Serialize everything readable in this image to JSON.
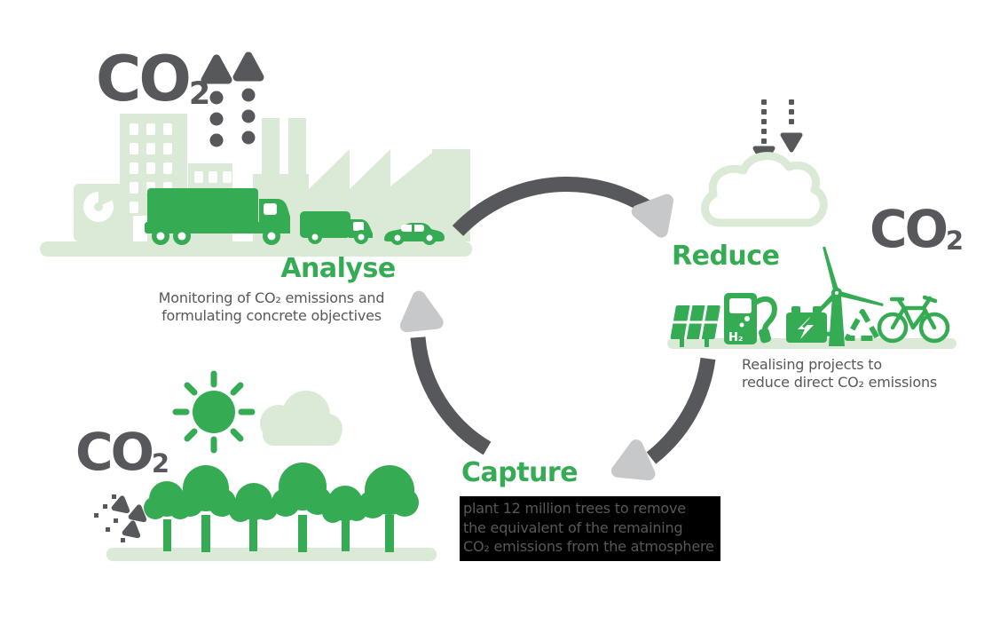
{
  "palette": {
    "green": "#35AB53",
    "light_green": "#DBEAD6",
    "dark_gray": "#57585B",
    "light_gray": "#C7C8CA",
    "highlight_box_black": "#000000"
  },
  "labels": {
    "co2_main": "CO",
    "co2_sub": "2",
    "h2": "H₂"
  },
  "cycle": {
    "direction": "clockwise",
    "steps": [
      {
        "id": "analyse",
        "title": "Analyse",
        "description": "Monitoring of CO₂ emissions and\nformulating concrete objectives"
      },
      {
        "id": "reduce",
        "title": "Reduce",
        "description": "Realising projects to\nreduce direct CO₂ emissions"
      },
      {
        "id": "capture",
        "title": "Capture",
        "description": "plant 12 million trees to remove\nthe equivalent of the remaining\nCO₂ emissions from the atmosphere"
      }
    ]
  }
}
